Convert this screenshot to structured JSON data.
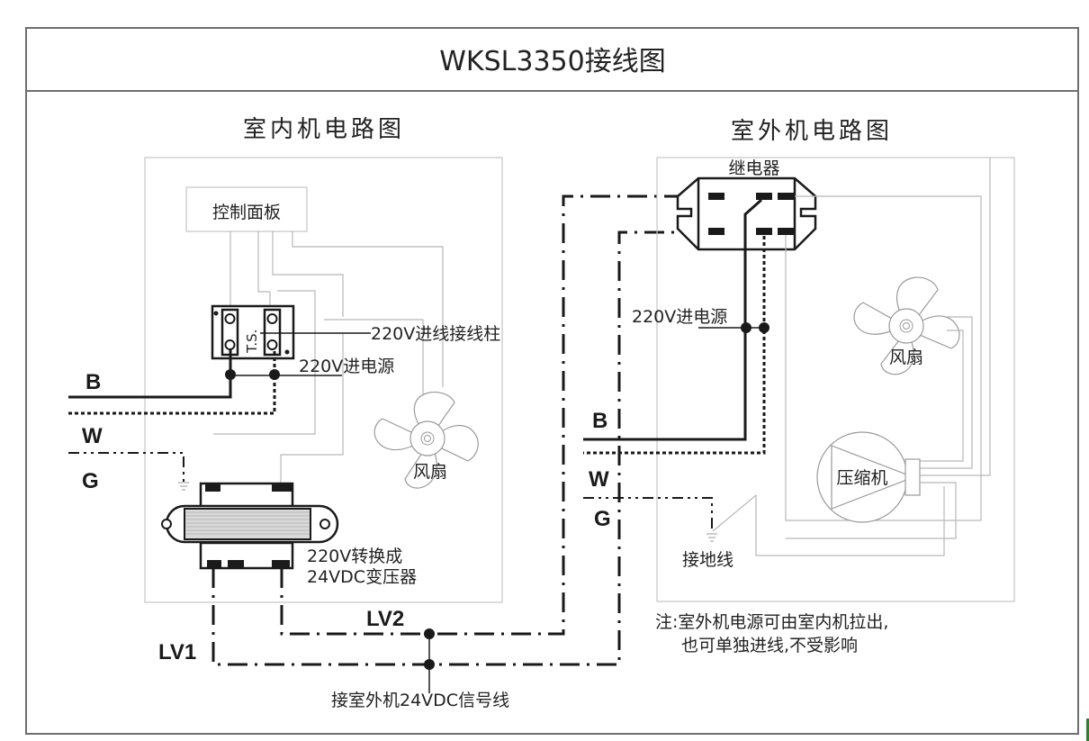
{
  "title": "WKSL3350接线图",
  "indoor": {
    "heading": "室内机电路图",
    "control_panel": "控制面板",
    "terminal_block": "T.S.",
    "terminal_label": "220V进线接线柱",
    "power_in": "220V进电源",
    "fan": "风扇",
    "transformer_line1": "220V转换成",
    "transformer_line2": "24VDC变压器",
    "wires": {
      "b": "B",
      "w": "W",
      "g": "G"
    }
  },
  "outdoor": {
    "heading": "室外机电路图",
    "relay": "继电器",
    "power_in": "220V进电源",
    "fan": "风扇",
    "compressor": "压缩机",
    "ground": "接地线",
    "wires": {
      "b": "B",
      "w": "W",
      "g": "G"
    }
  },
  "signal": {
    "lv1": "LV1",
    "lv2": "LV2",
    "label": "接室外机24VDC信号线"
  },
  "note": {
    "line1": "注:室外机电源可由室内机拉出,",
    "line2": "也可单独进线,不受影响"
  },
  "colors": {
    "frame": "#6e6e6e",
    "wire": "#1a1a1a",
    "thin_wire": "#b8b8b8",
    "corner_mark": "#1f8a1f"
  }
}
